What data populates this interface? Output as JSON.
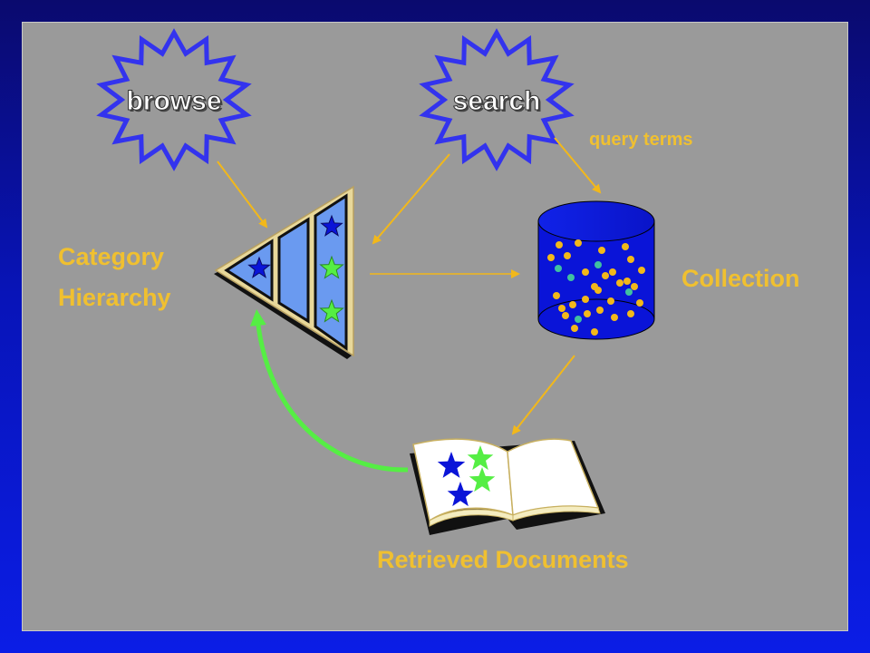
{
  "nodes": {
    "browse": "browse",
    "search": "search",
    "category_line1": "Category",
    "category_line2": "Hierarchy",
    "collection": "Collection",
    "retrieved": "Retrieved Documents"
  },
  "edges": {
    "query_terms": "query terms"
  },
  "colors": {
    "background": "#9a9a9a",
    "label": "#f0c030",
    "arrow": "#f2b81a",
    "burst_stroke": "#3333ee",
    "cylinder": "#0a14d8",
    "feedback_arrow": "#55ee44",
    "blue_star": "#0a14d8",
    "green_star": "#55ee44"
  }
}
